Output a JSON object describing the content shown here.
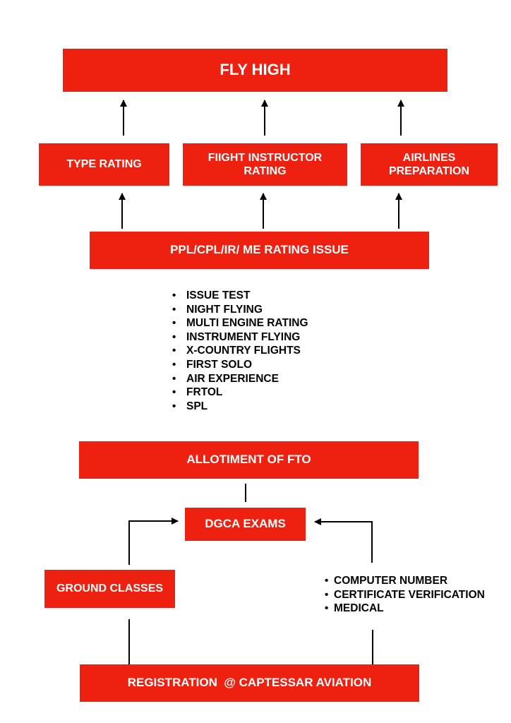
{
  "boxes": {
    "fly_high": "FLY HIGH",
    "type_rating": "TYPE RATING",
    "flight_instructor_line1": "FIIGHT INSTRUCTOR",
    "flight_instructor_line2": "RATING",
    "airlines_line1": "AIRLINES",
    "airlines_line2": "PREPARATION",
    "rating_issue": "PPL/CPL/IR/ ME RATING ISSUE",
    "allotment_fto": "ALLOTIMENT OF FTO",
    "dgca_exams": "DGCA EXAMS",
    "ground_classes": "GROUND CLASSES",
    "registration": "REGISTRATION  @ CAPTESSAR AVIATION"
  },
  "training_steps": [
    "ISSUE TEST",
    "NIGHT FLYING",
    "MULTI ENGINE RATING",
    "INSTRUMENT FLYING",
    "X-COUNTRY FLIGHTS",
    "FIRST SOLO",
    "AIR EXPERIENCE",
    "FRTOL",
    "SPL"
  ],
  "requirements": [
    "COMPUTER NUMBER",
    "CERTIFICATE VERIFICATION",
    "MEDICAL"
  ],
  "colors": {
    "box_fill": "#ee2111",
    "box_text": "#ffffff",
    "line": "#000000"
  }
}
